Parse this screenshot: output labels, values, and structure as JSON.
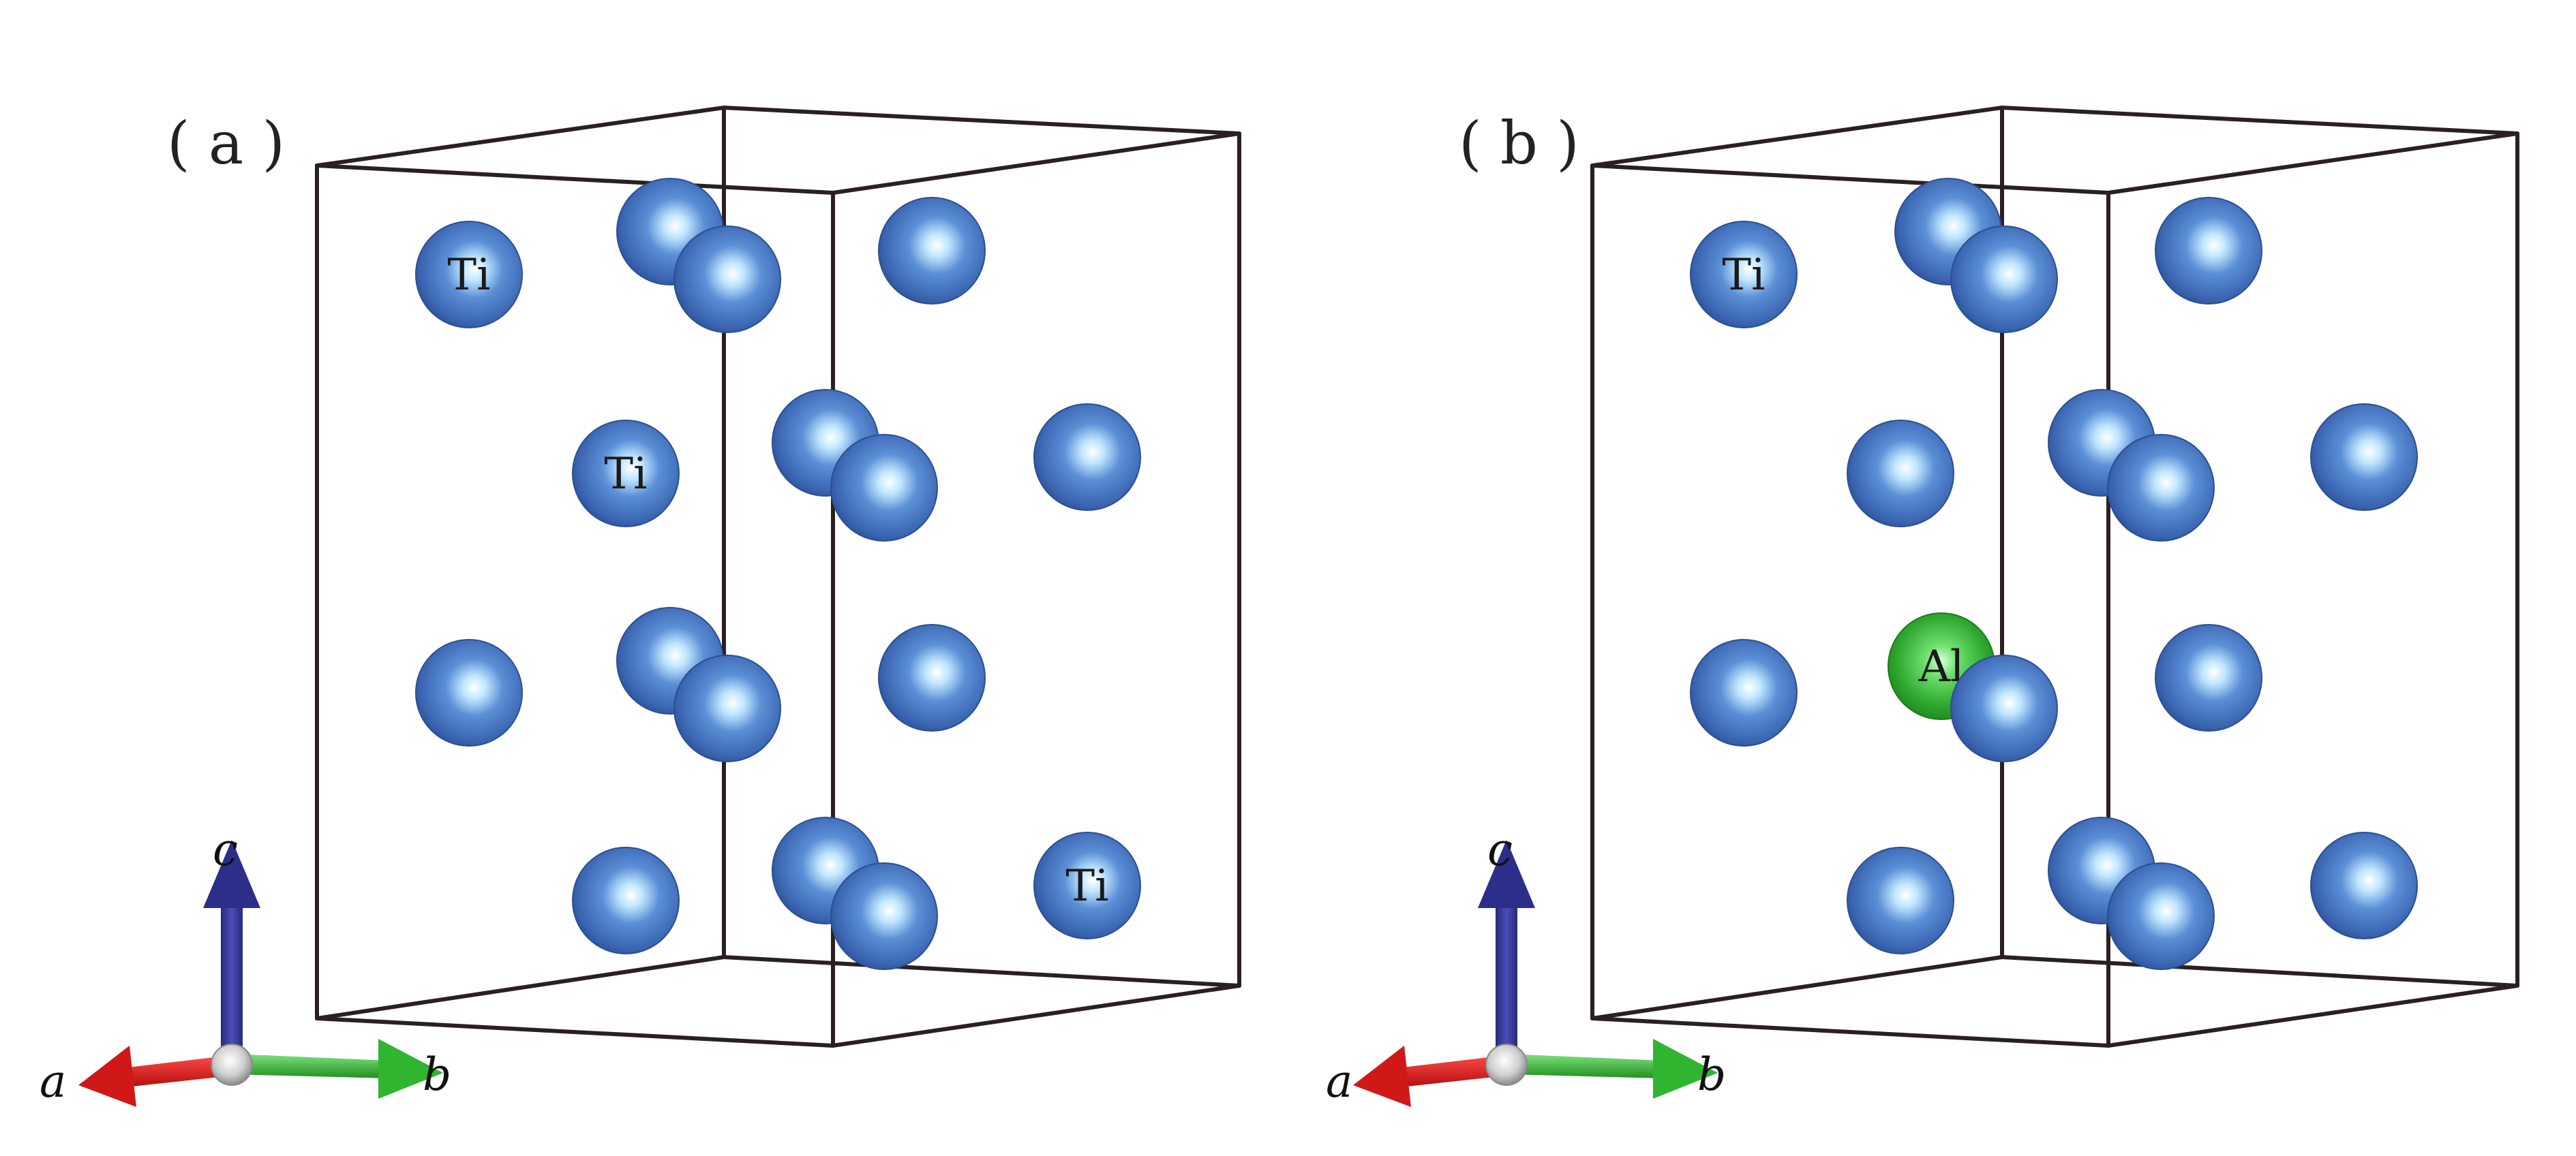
{
  "panels": [
    {
      "id": "a",
      "label": "( a )",
      "atoms": [
        {
          "element": "Ti",
          "text": "Ti"
        },
        {
          "element": "Ti",
          "text": ""
        },
        {
          "element": "Ti",
          "text": ""
        },
        {
          "element": "Ti",
          "text": ""
        },
        {
          "element": "Ti",
          "text": "Ti"
        },
        {
          "element": "Ti",
          "text": ""
        },
        {
          "element": "Ti",
          "text": ""
        },
        {
          "element": "Ti",
          "text": ""
        },
        {
          "element": "Ti",
          "text": ""
        },
        {
          "element": "Ti",
          "text": ""
        },
        {
          "element": "Ti",
          "text": ""
        },
        {
          "element": "Ti",
          "text": ""
        },
        {
          "element": "Ti",
          "text": ""
        },
        {
          "element": "Ti",
          "text": ""
        },
        {
          "element": "Ti",
          "text": ""
        },
        {
          "element": "Ti",
          "text": "Ti"
        }
      ],
      "axes": {
        "a": "a",
        "b": "b",
        "c": "c"
      }
    },
    {
      "id": "b",
      "label": "( b )",
      "atoms": [
        {
          "element": "Ti",
          "text": "Ti"
        },
        {
          "element": "Ti",
          "text": ""
        },
        {
          "element": "Ti",
          "text": ""
        },
        {
          "element": "Ti",
          "text": ""
        },
        {
          "element": "Ti",
          "text": ""
        },
        {
          "element": "Ti",
          "text": ""
        },
        {
          "element": "Ti",
          "text": ""
        },
        {
          "element": "Ti",
          "text": ""
        },
        {
          "element": "Ti",
          "text": ""
        },
        {
          "element": "Al",
          "text": "Al"
        },
        {
          "element": "Ti",
          "text": ""
        },
        {
          "element": "Ti",
          "text": ""
        },
        {
          "element": "Ti",
          "text": ""
        },
        {
          "element": "Ti",
          "text": ""
        },
        {
          "element": "Ti",
          "text": ""
        },
        {
          "element": "Ti",
          "text": ""
        }
      ],
      "axes": {
        "a": "a",
        "b": "b",
        "c": "c"
      }
    }
  ],
  "colors": {
    "Ti": "#3f6fbf",
    "Al": "#2fae2f",
    "edge": "#2a2020",
    "axis_a": "#d11818",
    "axis_b": "#2fb52f",
    "axis_c": "#2b2f8a",
    "axis_origin": "#d8d8d8"
  }
}
